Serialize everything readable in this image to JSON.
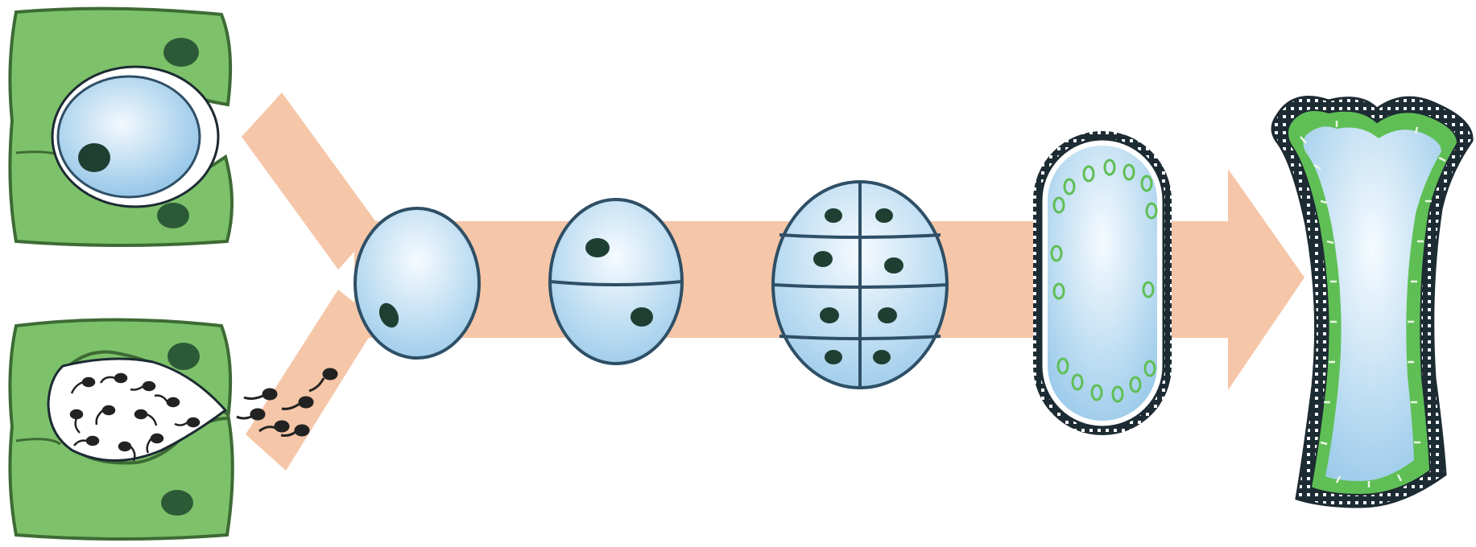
{
  "diagram": {
    "description_labels": [],
    "colors": {
      "arrow": "#f5c6a8",
      "tissue": "#7dc26b",
      "tissue_stroke": "#3d6b34",
      "cell_fill": "#b9dbf1",
      "cell_highlight": "#eef7fd",
      "cell_stroke": "#2e4f66",
      "nucleus": "#1f3f33",
      "sperm": "#222222",
      "embryo_layer": "#5fbf55",
      "outline_dark": "#1d2b33"
    },
    "stages": [
      {
        "id": "egg-chamber",
        "icon": "archegonium-egg-icon"
      },
      {
        "id": "sperm-chamber",
        "icon": "antheridium-sperm-icon"
      },
      {
        "id": "zygote",
        "icon": "zygote-icon"
      },
      {
        "id": "two-cell",
        "icon": "two-cell-embryo-icon"
      },
      {
        "id": "eight-cell",
        "icon": "eight-cell-embryo-icon"
      },
      {
        "id": "early-embryo",
        "icon": "early-embryo-icon"
      },
      {
        "id": "late-embryo",
        "icon": "late-embryo-icon"
      }
    ]
  }
}
